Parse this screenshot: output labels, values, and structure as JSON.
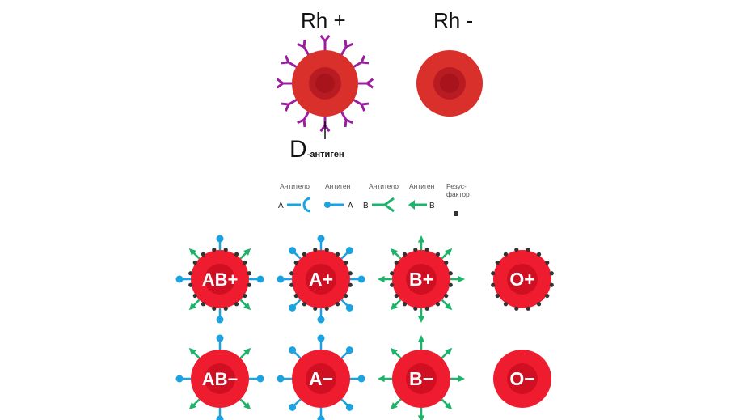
{
  "rh_pos": {
    "label": "Rh +",
    "antigen": "D",
    "antigen_suffix": "-антиген"
  },
  "rh_neg": {
    "label": "Rh -"
  },
  "legend": [
    {
      "title": "Антитело",
      "letter": "A",
      "kind": "antibody-a",
      "color": "#1aa3e0"
    },
    {
      "title": "Антиген",
      "letter": "A",
      "kind": "antigen-a",
      "color": "#1aa3e0"
    },
    {
      "title": "Антитело",
      "letter": "B",
      "kind": "antibody-b",
      "color": "#1db36b"
    },
    {
      "title": "Антиген",
      "letter": "B",
      "kind": "antigen-b",
      "color": "#1db36b"
    },
    {
      "title": "Резус-\nфактор",
      "kind": "rh-factor",
      "color": "#333333"
    }
  ],
  "cells": [
    {
      "label": "AB+",
      "a": true,
      "b": true,
      "rh": true
    },
    {
      "label": "A+",
      "a": true,
      "b": false,
      "rh": true
    },
    {
      "label": "B+",
      "a": false,
      "b": true,
      "rh": true
    },
    {
      "label": "O+",
      "a": false,
      "b": false,
      "rh": true
    },
    {
      "label": "AB−",
      "a": true,
      "b": true,
      "rh": false
    },
    {
      "label": "A−",
      "a": true,
      "b": false,
      "rh": false
    },
    {
      "label": "B−",
      "a": false,
      "b": true,
      "rh": false
    },
    {
      "label": "O−",
      "a": false,
      "b": false,
      "rh": false
    }
  ]
}
